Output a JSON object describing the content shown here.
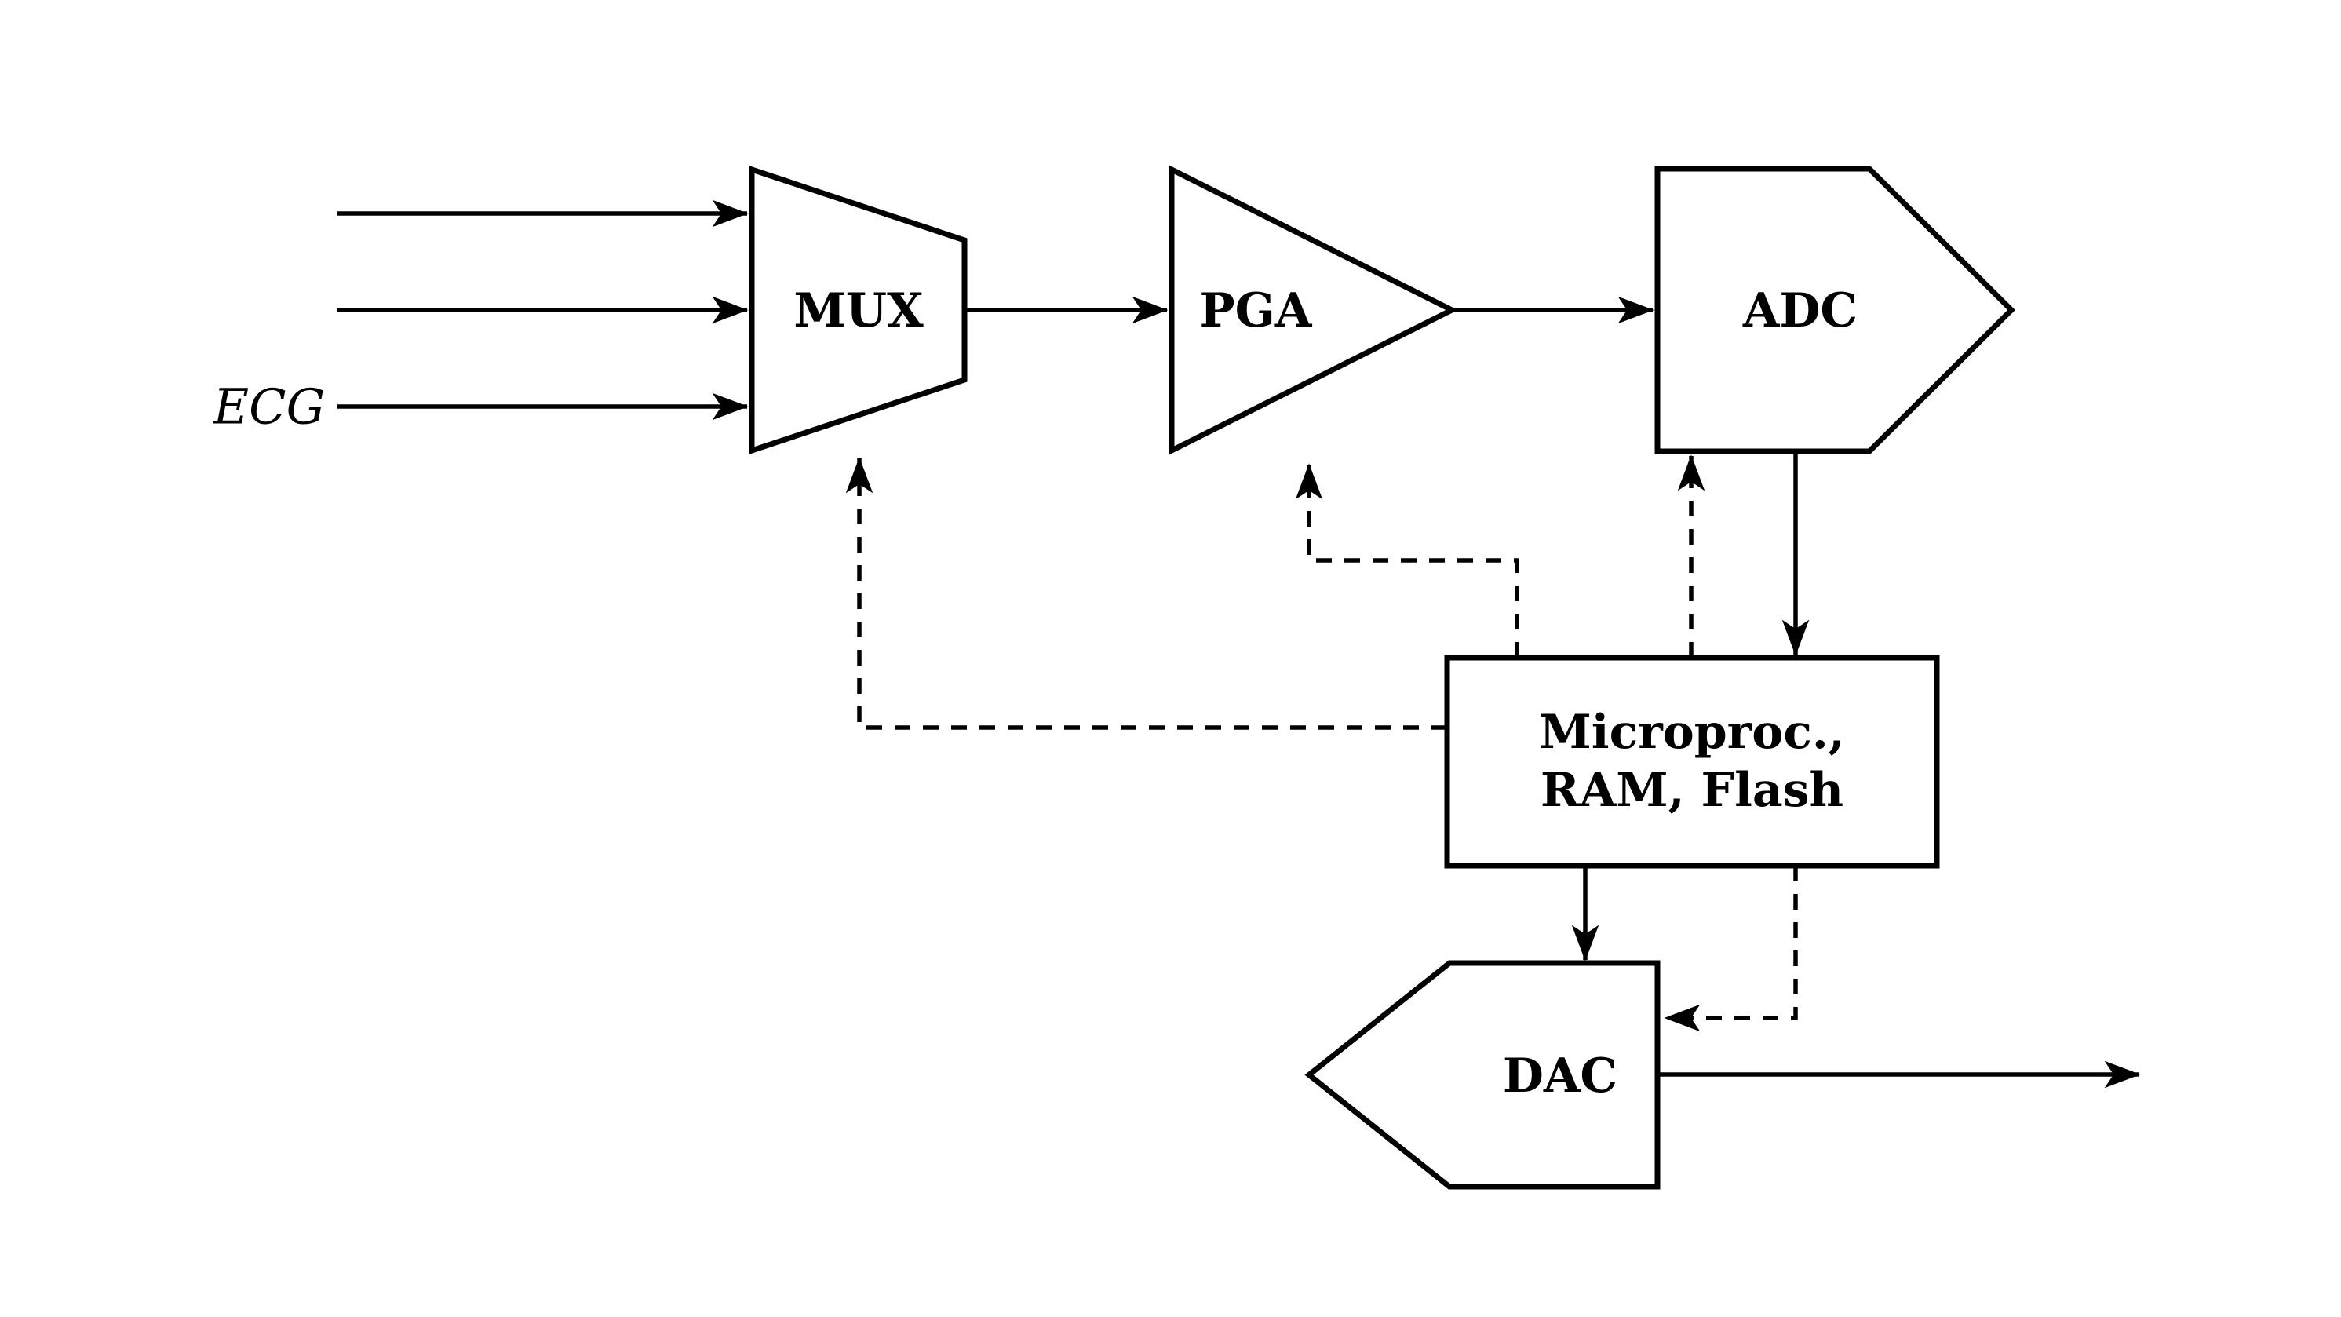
{
  "diagram": {
    "background": "#ffffff",
    "stroke_color": "#000000",
    "input_label": "ECG",
    "blocks": {
      "mux": "MUX",
      "pga": "PGA",
      "adc": "ADC",
      "micro_line1": "Microproc.,",
      "micro_line2": "RAM, Flash",
      "dac": "DAC"
    }
  }
}
